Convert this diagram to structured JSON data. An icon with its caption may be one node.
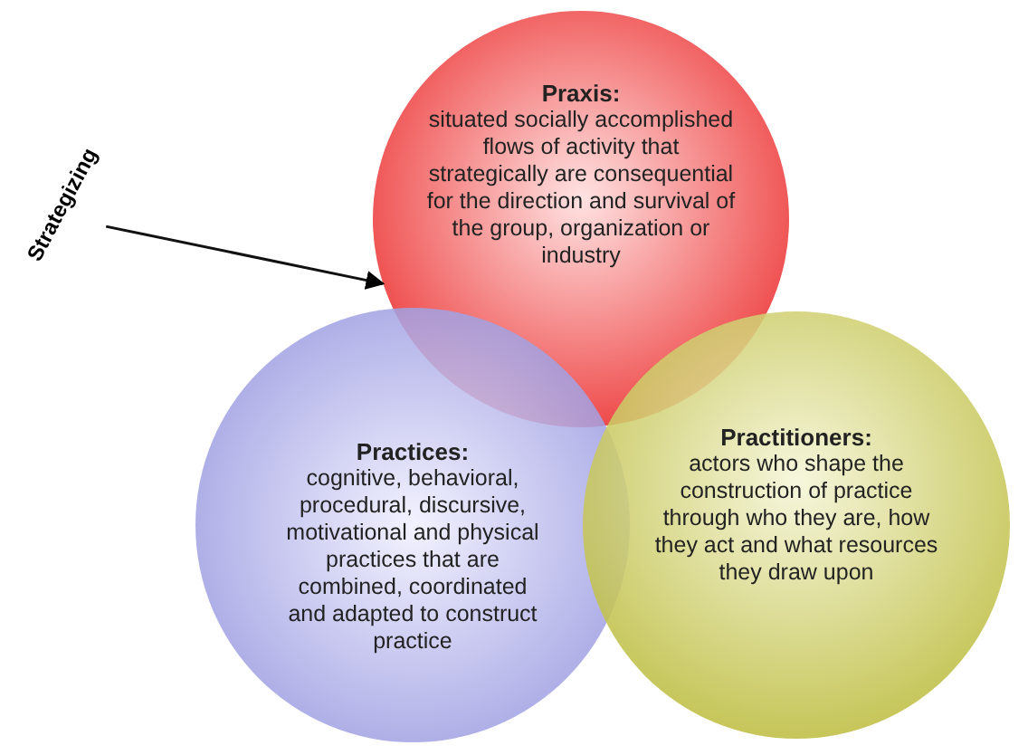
{
  "diagram": {
    "nodes": [
      {
        "text": [
          "Strategizing"
        ]
      },
      {
        "text": [
          "Praxis:",
          "situated socially accomplished flows of activity that strategically are consequential for the direction and survival of the group, organization or industry"
        ]
      },
      {
        "text": [
          "Practices:",
          "cognitive, behavioral, procedural, discursive, motivational and physical practices that are combined, coordinated and adapted to construct practice"
        ]
      },
      {
        "text": [
          "Practitioners:",
          "actors who shape the construction of practice through who they are, how they act and what resources they draw upon"
        ]
      }
    ],
    "edges": [
      {
        "from": 0,
        "to": 1,
        "arrow": "to"
      }
    ]
  }
}
